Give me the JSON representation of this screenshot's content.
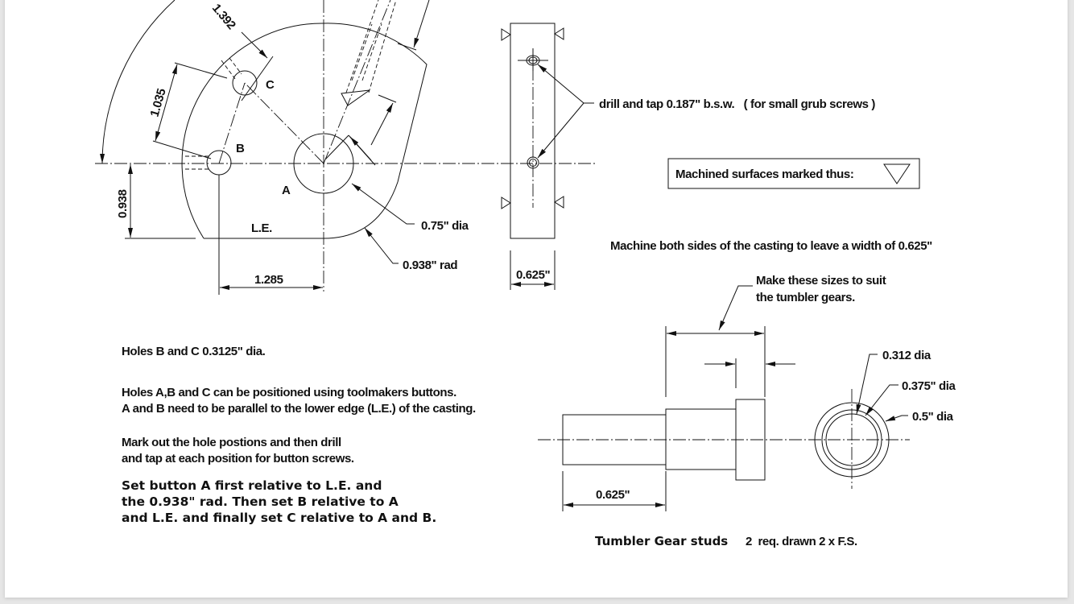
{
  "main_view": {
    "dim_1392": "1.392",
    "dim_1035": "1.035",
    "dim_0938": "0.938",
    "dim_1285": "1.285",
    "label_a": "A",
    "label_b": "B",
    "label_c": "C",
    "label_le": "L.E.",
    "leader_075": "0.75\" dia",
    "leader_0938": "0.938\" rad"
  },
  "side_view": {
    "drill_note": "drill and tap 0.187\" b.s.w.   ( for small grub screws )",
    "width_dim": "0.625\""
  },
  "legend": {
    "machined_label": "Machined surfaces marked thus:"
  },
  "notes": {
    "machine_both": "Machine both sides of the casting to leave a width of 0.625\"",
    "make_sizes_1": "Make these sizes to suit",
    "make_sizes_2": "the tumbler gears.",
    "holes_bc": "Holes B and C  0.3125\" dia.",
    "toolmakers_1": "Holes A,B and C can be positioned using toolmakers buttons.",
    "toolmakers_2": "A and B need to be parallel to the lower edge (L.E.) of the casting.",
    "markout_1": "Mark out the hole postions and then drill",
    "markout_2": "and tap at each position for button screws.",
    "bold_1": "Set button A first relative to L.E. and",
    "bold_2": "the 0.938\" rad. Then set B relative to A",
    "bold_3": "and L.E. and finally set C relative to A and B."
  },
  "stud": {
    "dim_0312": "0.312 dia",
    "dim_0375": "0.375\" dia",
    "dim_05": "0.5\" dia",
    "dim_0625": "0.625\"",
    "caption_bold": "Tumbler Gear studs",
    "caption_rest": "2  req. drawn 2 x F.S."
  }
}
